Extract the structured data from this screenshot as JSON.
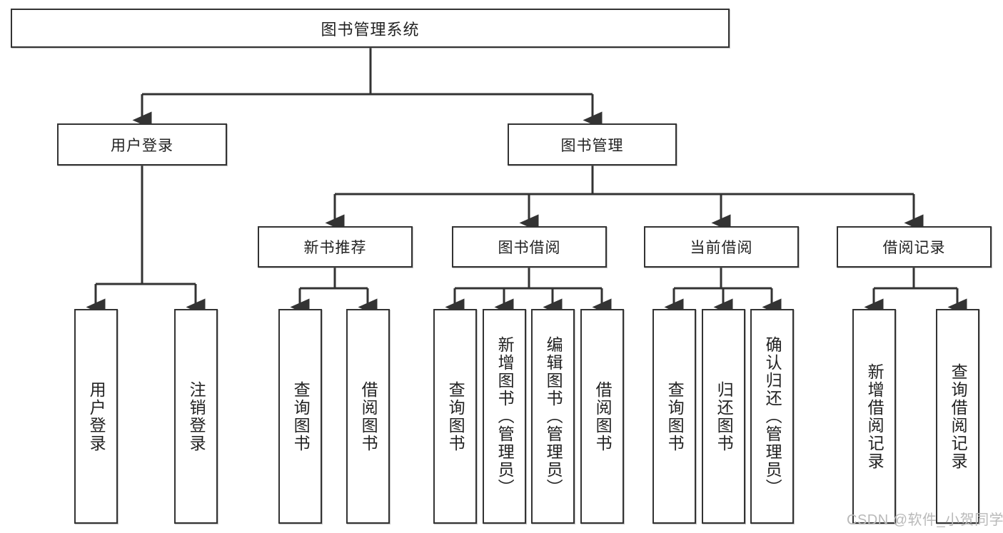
{
  "diagram": {
    "title": "图书管理系统",
    "type": "tree-hierarchy",
    "root": {
      "label": "图书管理系统"
    },
    "level2": [
      {
        "label": "用户登录"
      },
      {
        "label": "图书管理"
      }
    ],
    "level3": [
      {
        "label": "新书推荐"
      },
      {
        "label": "图书借阅"
      },
      {
        "label": "当前借阅"
      },
      {
        "label": "借阅记录"
      }
    ],
    "leaves": {
      "user_login": [
        {
          "label": "用户登录"
        },
        {
          "label": "注销登录"
        }
      ],
      "new_book_recommend": [
        {
          "label": "查询图书"
        },
        {
          "label": "借阅图书"
        }
      ],
      "book_borrow": [
        {
          "label": "查询图书"
        },
        {
          "label": "新增图书（管理员）"
        },
        {
          "label": "编辑图书（管理员）"
        },
        {
          "label": "借阅图书"
        }
      ],
      "current_borrow": [
        {
          "label": "查询图书"
        },
        {
          "label": "归还图书"
        },
        {
          "label": "确认归还（管理员）"
        }
      ],
      "borrow_records": [
        {
          "label": "新增借阅记录"
        },
        {
          "label": "查询借阅记录"
        }
      ]
    }
  },
  "watermark": {
    "text": "CSDN @软件_小贺同学"
  },
  "colors": {
    "border": "#333333",
    "background": "#ffffff",
    "text": "#222222",
    "watermark": "#b9b9b9"
  }
}
